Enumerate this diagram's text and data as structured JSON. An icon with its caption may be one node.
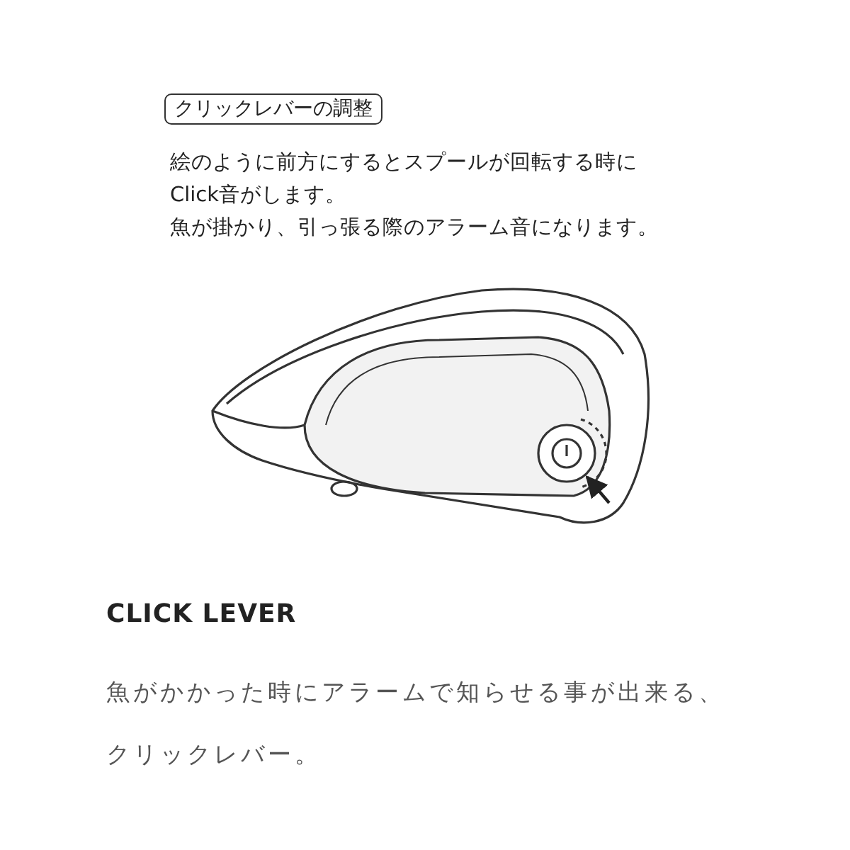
{
  "diagram": {
    "title": "CLICK LEVER",
    "caption": "魚がかかった時にアラームで知らせる事が出来る、クリックレバー。",
    "nodes": [
      {
        "text": [
          "クリックレバーの調整"
        ]
      },
      {
        "text": [],
        "shape": "picture"
      }
    ],
    "edges": [
      {
        "from": null,
        "to": 1,
        "arrow": "to"
      }
    ],
    "labels": [
      "絵のように前方にするとスプールが回転する時にClick音がします。",
      "魚が掛かり、引っ張る際のアラーム音になります。"
    ]
  }
}
